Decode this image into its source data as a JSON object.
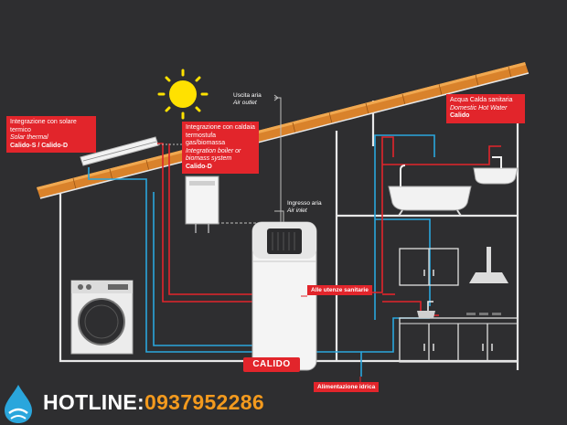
{
  "labels": {
    "solar": {
      "line1": "Integrazione con solare termico",
      "line2": "Solar thermal",
      "line3": "Calido-S / Calido-D"
    },
    "boiler": {
      "line1": "Integrazione con caldaia",
      "line2": "termostufa gas/biomassa",
      "line3": "Integration boiler or",
      "line4": "biomass system",
      "line5": "Calido-D"
    },
    "air_outlet": {
      "line1": "Uscita aria",
      "line2": "Air outlet"
    },
    "air_inlet": {
      "line1": "Ingresso aria",
      "line2": "Air inlet"
    },
    "hot_water": {
      "line1": "Acqua Calda sanitaria",
      "line2": "Domestic Hot Water",
      "line3": "Calido"
    },
    "to_users": "Alle utenze sanitarie",
    "water_supply": "Alimentazione idrica",
    "product": "CALIDO"
  },
  "hotline": {
    "label": "HOTLINE:",
    "number": "0937952286"
  },
  "colors": {
    "background": "#2e2e30",
    "red": "#e2252b",
    "blue": "#2aa6dc",
    "roof": "#d9822b",
    "sun": "#ffe100",
    "hotline_number": "#f39a1e"
  },
  "icons": [
    "sun-icon",
    "solar-panel-icon",
    "boiler-icon",
    "heat-pump-icon",
    "washing-machine-icon",
    "bathtub-icon",
    "sink-icon",
    "kitchen-icon",
    "range-hood-icon",
    "water-drop-logo-icon"
  ]
}
